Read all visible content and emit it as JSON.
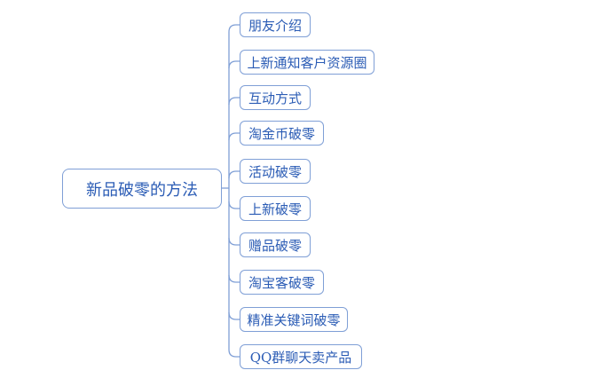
{
  "diagram": {
    "type": "mindmap",
    "root": {
      "label": "新品破零的方法"
    },
    "branches": [
      {
        "label": "朋友介绍"
      },
      {
        "label": "上新通知客户资源圈"
      },
      {
        "label": "互动方式"
      },
      {
        "label": "淘金币破零"
      },
      {
        "label": "活动破零"
      },
      {
        "label": "上新破零"
      },
      {
        "label": "赠品破零"
      },
      {
        "label": "淘宝客破零"
      },
      {
        "label": "精准关键词破零"
      },
      {
        "label": "QQ群聊天卖产品"
      }
    ]
  },
  "colors": {
    "line": "#7f9fd6",
    "node_border": "#7f9fd6",
    "text": "#2b5cb5",
    "background": "#ffffff"
  }
}
